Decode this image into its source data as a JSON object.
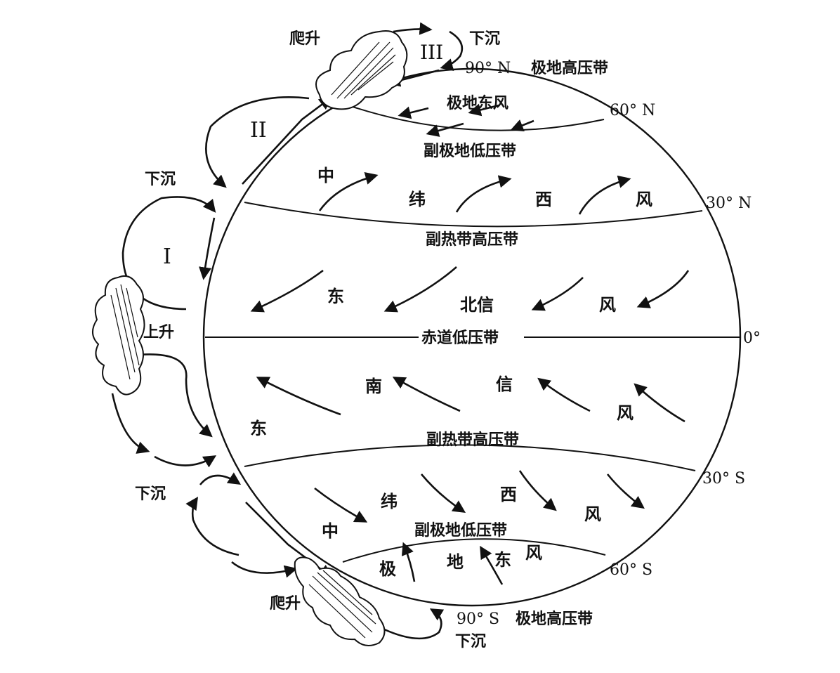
{
  "colors": {
    "ink": "#111111",
    "background": "#ffffff"
  },
  "latitudes": {
    "n60": "60° N",
    "n30": "30° N",
    "eq": "0°",
    "s30": "30° S",
    "s60": "60° S",
    "n90": "90° N",
    "s90": "90° S"
  },
  "belts": {
    "polar_high_n": "极地高压带",
    "polar_high_s": "极地高压带",
    "subpolar_low_n": "副极地低压带",
    "subpolar_low_s": "副极地低压带",
    "subtropical_high_n": "副热带高压带",
    "subtropical_high_s": "副热带高压带",
    "equatorial_low": "赤道低压带"
  },
  "winds": {
    "polar_easterlies_n": "极地东风",
    "westerlies_n": {
      "c1": "中",
      "c2": "纬",
      "c3": "西",
      "c4": "风"
    },
    "ne_trades": {
      "c1": "东",
      "c2": "北信",
      "c3": "风"
    },
    "se_trades": {
      "c1": "东",
      "c2": "南",
      "c3": "信",
      "c4": "风"
    },
    "westerlies_s": {
      "c1": "中",
      "c2": "纬",
      "c3": "西",
      "c4": "风"
    },
    "polar_easterlies_s": {
      "c1": "极",
      "c2": "地",
      "c3": "东",
      "c4": "风"
    }
  },
  "vertical": {
    "climb_n": "爬升",
    "sink_top": "下沉",
    "sink_n30": "下沉",
    "rise_eq": "上升",
    "sink_s30": "下沉",
    "climb_s": "爬升",
    "sink_bottom": "下沉"
  },
  "cells": {
    "cell1": "I",
    "cell2": "II",
    "cell3": "III"
  }
}
